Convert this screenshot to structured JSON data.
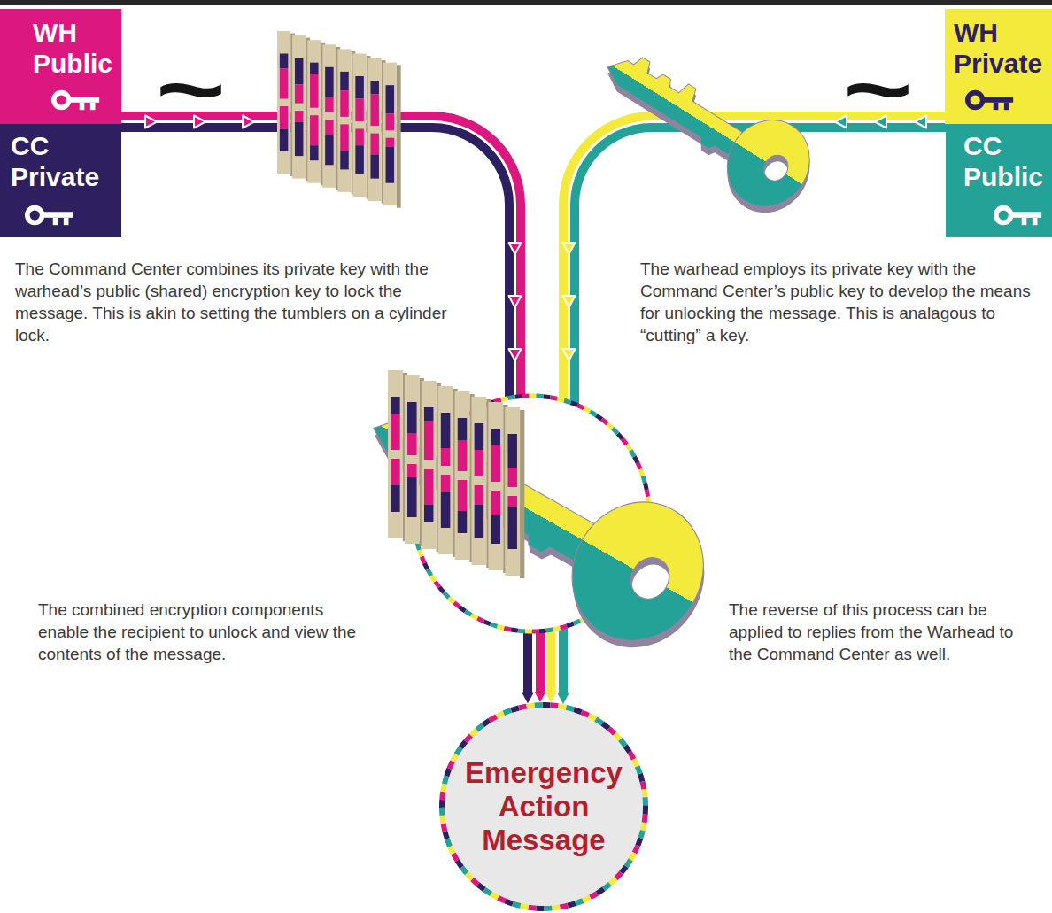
{
  "diagram": {
    "nodes": [
      {
        "text": [
          "WH Public"
        ]
      },
      {
        "text": [
          "CC Private"
        ]
      },
      {
        "text": [
          "WH Private"
        ]
      },
      {
        "text": [
          "CC Public"
        ]
      },
      {
        "text": [
          "Emergency Action Message"
        ]
      }
    ],
    "edges": [
      {
        "from": 0,
        "to": 4,
        "arrow": "to"
      },
      {
        "from": 1,
        "to": 4,
        "arrow": "to"
      },
      {
        "from": 2,
        "to": 4,
        "arrow": "to"
      },
      {
        "from": 3,
        "to": 4,
        "arrow": "to"
      }
    ],
    "labels": [
      "~",
      "~",
      "The Command Center combines its private key with the warhead’s public (shared) encryption key to lock the message. This is akin to setting the tumblers on a cylinder lock.",
      "The warhead employs its private key with the Command Center’s public key to develop the means for unlocking the message. This is analagous to “cutting” a key.",
      "The combined encryption components enable the recipient to unlock and view the contents of the message.",
      "The reverse of this process can be applied to replies from the Warhead to the Command Center as well."
    ]
  }
}
